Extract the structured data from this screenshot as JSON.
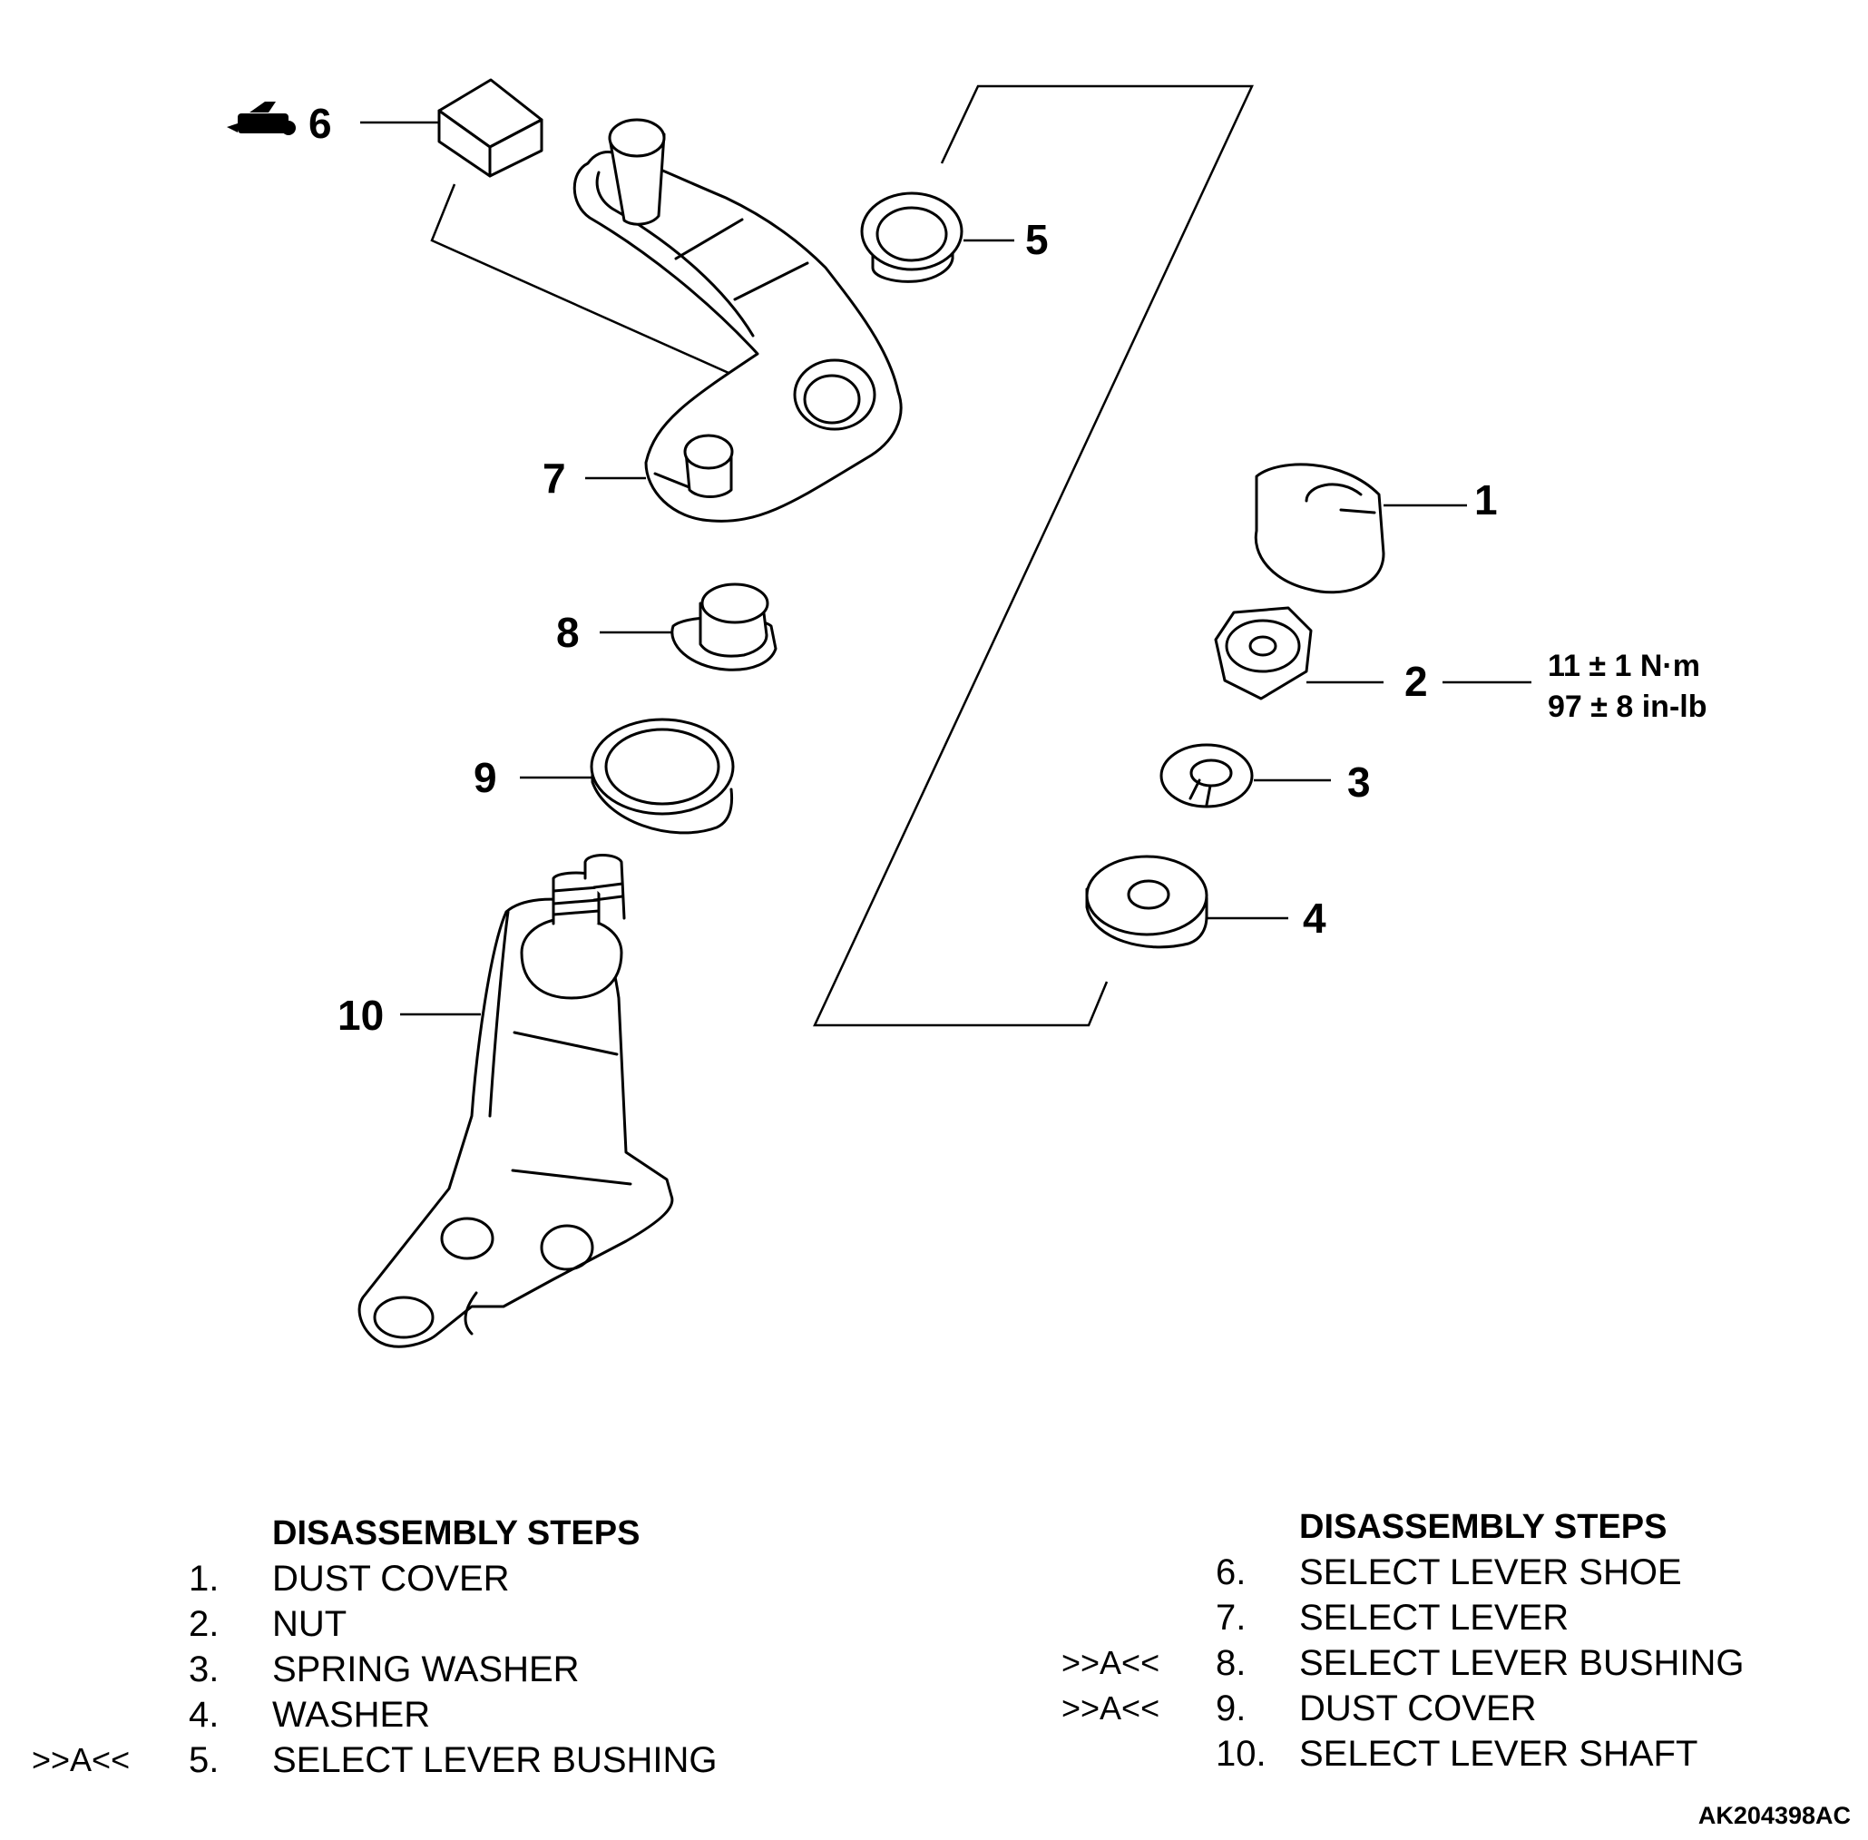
{
  "figure_id": "AK204398AC",
  "callouts": [
    "1",
    "2",
    "3",
    "4",
    "5",
    "6",
    "7",
    "8",
    "9",
    "10"
  ],
  "torque_spec": {
    "metric": "11 ± 1 N·m",
    "imperial": "97 ± 8 in-lb"
  },
  "lubricant_icon": "grease-gun-icon",
  "steps_left": {
    "heading": "DISASSEMBLY STEPS",
    "items": [
      {
        "marker": "",
        "number": "1.",
        "name": "DUST COVER"
      },
      {
        "marker": "",
        "number": "2.",
        "name": "NUT"
      },
      {
        "marker": "",
        "number": "3.",
        "name": "SPRING WASHER"
      },
      {
        "marker": "",
        "number": "4.",
        "name": "WASHER"
      },
      {
        "marker": ">>A<<",
        "number": "5.",
        "name": "SELECT LEVER BUSHING"
      }
    ]
  },
  "steps_right": {
    "heading": "DISASSEMBLY STEPS",
    "items": [
      {
        "marker": "",
        "number": "6.",
        "name": "SELECT LEVER SHOE"
      },
      {
        "marker": "",
        "number": "7.",
        "name": "SELECT LEVER"
      },
      {
        "marker": ">>A<<",
        "number": "8.",
        "name": "SELECT LEVER BUSHING"
      },
      {
        "marker": ">>A<<",
        "number": "9.",
        "name": "DUST COVER"
      },
      {
        "marker": "",
        "number": "10.",
        "name": "SELECT LEVER SHAFT"
      }
    ]
  }
}
